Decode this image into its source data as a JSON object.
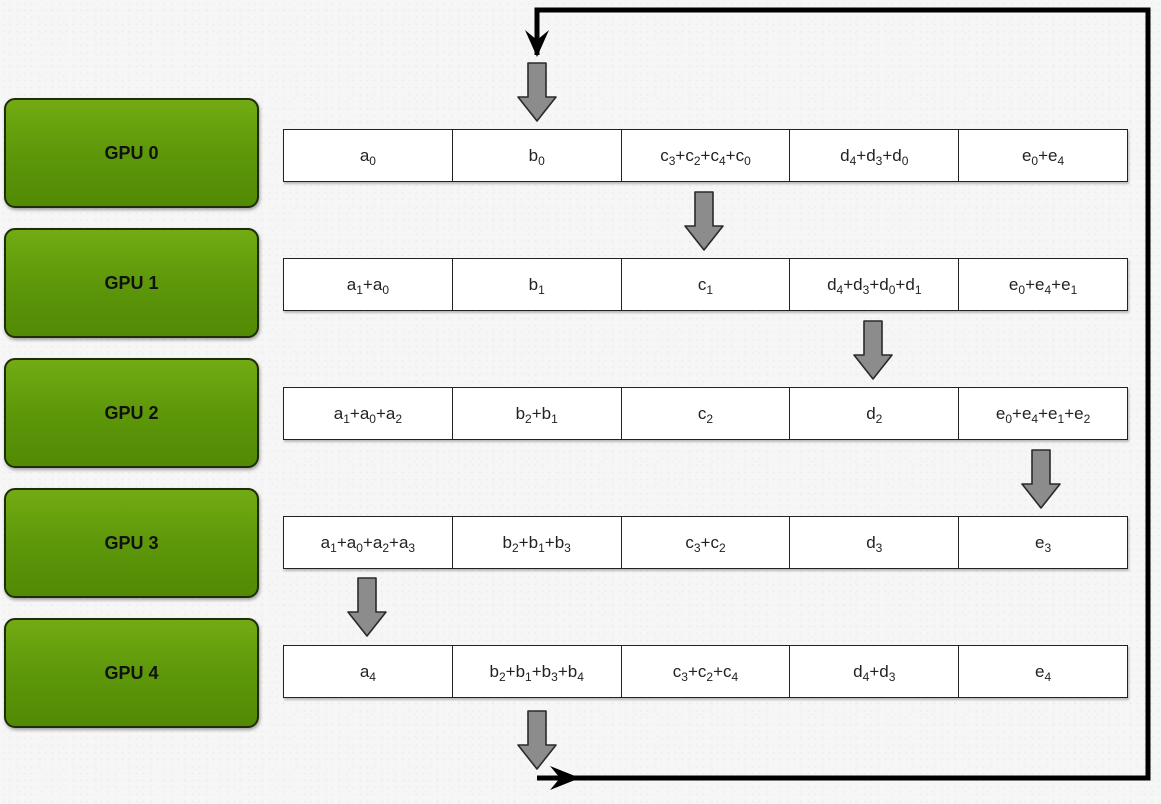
{
  "gpus": [
    {
      "label": "GPU 0",
      "cells": [
        [
          [
            "a",
            "0"
          ]
        ],
        [
          [
            "b",
            "0"
          ]
        ],
        [
          [
            "c",
            "3"
          ],
          [
            "c",
            "2"
          ],
          [
            "c",
            "4"
          ],
          [
            "c",
            "0"
          ]
        ],
        [
          [
            "d",
            "4"
          ],
          [
            "d",
            "3"
          ],
          [
            "d",
            "0"
          ]
        ],
        [
          [
            "e",
            "0"
          ],
          [
            "e",
            "4"
          ]
        ]
      ]
    },
    {
      "label": "GPU 1",
      "cells": [
        [
          [
            "a",
            "1"
          ],
          [
            "a",
            "0"
          ]
        ],
        [
          [
            "b",
            "1"
          ]
        ],
        [
          [
            "c",
            "1"
          ]
        ],
        [
          [
            "d",
            "4"
          ],
          [
            "d",
            "3"
          ],
          [
            "d",
            "0"
          ],
          [
            "d",
            "1"
          ]
        ],
        [
          [
            "e",
            "0"
          ],
          [
            "e",
            "4"
          ],
          [
            "e",
            "1"
          ]
        ]
      ]
    },
    {
      "label": "GPU 2",
      "cells": [
        [
          [
            "a",
            "1"
          ],
          [
            "a",
            "0"
          ],
          [
            "a",
            "2"
          ]
        ],
        [
          [
            "b",
            "2"
          ],
          [
            "b",
            "1"
          ]
        ],
        [
          [
            "c",
            "2"
          ]
        ],
        [
          [
            "d",
            "2"
          ]
        ],
        [
          [
            "e",
            "0"
          ],
          [
            "e",
            "4"
          ],
          [
            "e",
            "1"
          ],
          [
            "e",
            "2"
          ]
        ]
      ]
    },
    {
      "label": "GPU 3",
      "cells": [
        [
          [
            "a",
            "1"
          ],
          [
            "a",
            "0"
          ],
          [
            "a",
            "2"
          ],
          [
            "a",
            "3"
          ]
        ],
        [
          [
            "b",
            "2"
          ],
          [
            "b",
            "1"
          ],
          [
            "b",
            "3"
          ]
        ],
        [
          [
            "c",
            "3"
          ],
          [
            "c",
            "2"
          ]
        ],
        [
          [
            "d",
            "3"
          ]
        ],
        [
          [
            "e",
            "3"
          ]
        ]
      ]
    },
    {
      "label": "GPU 4",
      "cells": [
        [
          [
            "a",
            "4"
          ]
        ],
        [
          [
            "b",
            "2"
          ],
          [
            "b",
            "1"
          ],
          [
            "b",
            "3"
          ],
          [
            "b",
            "4"
          ]
        ],
        [
          [
            "c",
            "3"
          ],
          [
            "c",
            "2"
          ],
          [
            "c",
            "4"
          ]
        ],
        [
          [
            "d",
            "4"
          ],
          [
            "d",
            "3"
          ]
        ],
        [
          [
            "e",
            "4"
          ]
        ]
      ]
    }
  ],
  "transfer_arrows": [
    {
      "from_gpu": 0,
      "to_gpu": 1,
      "column": 2
    },
    {
      "from_gpu": 1,
      "to_gpu": 2,
      "column": 3
    },
    {
      "from_gpu": 2,
      "to_gpu": 3,
      "column": 4
    },
    {
      "from_gpu": 3,
      "to_gpu": 4,
      "column": 0
    },
    {
      "from_gpu": 4,
      "to_gpu": 0,
      "column": 1,
      "wraparound": true
    }
  ],
  "colors": {
    "gpu_fill": "#5c9609",
    "gpu_border": "#1f2d08",
    "arrow_fill": "#8c8c8c",
    "arrow_stroke": "#2a2a2a",
    "loop_line": "#000000",
    "cell_border": "#222222"
  }
}
